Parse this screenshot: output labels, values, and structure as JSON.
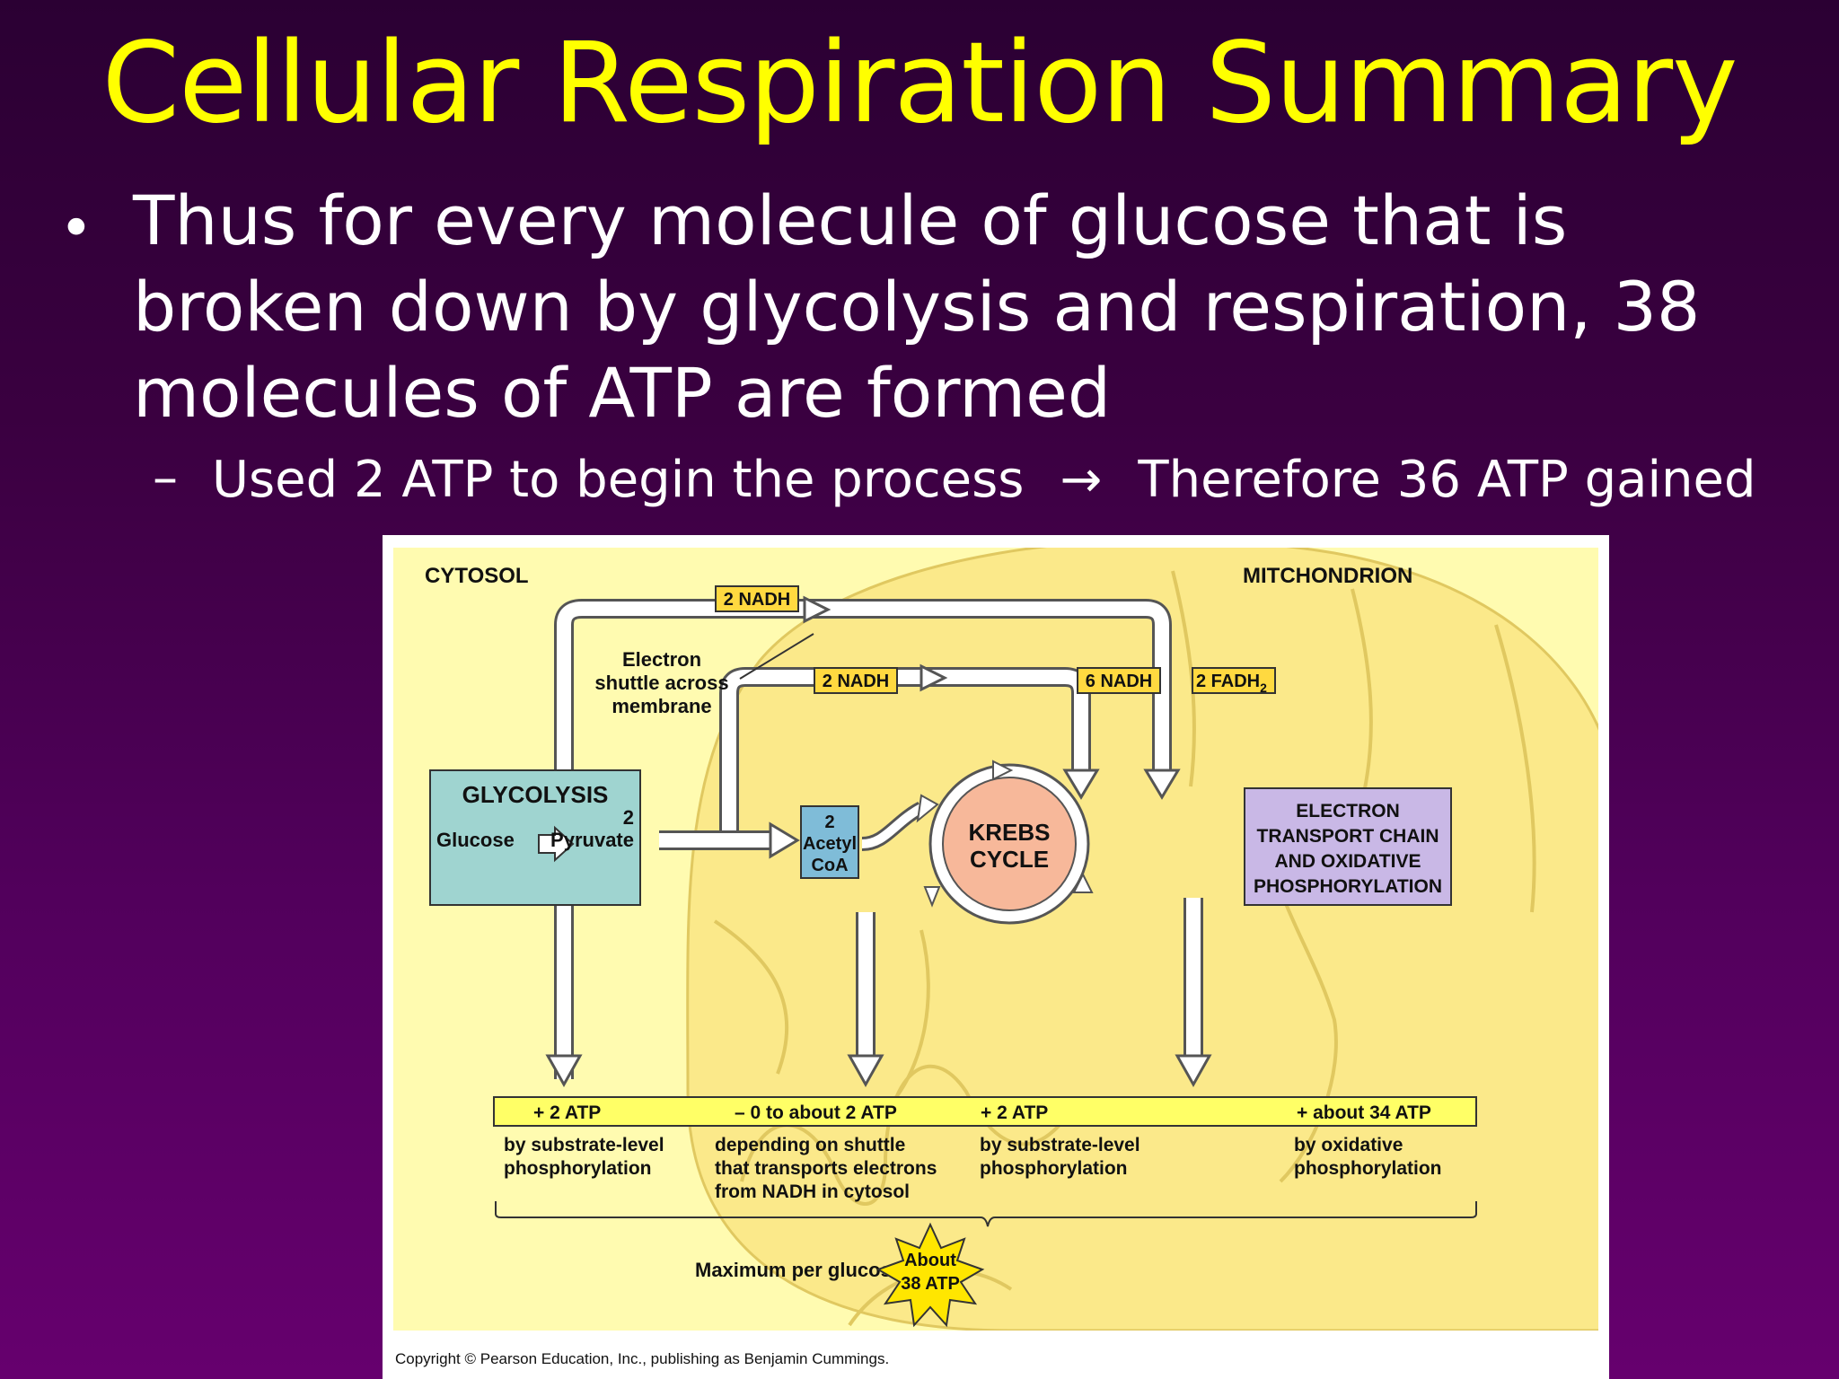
{
  "slide": {
    "title": "Cellular Respiration Summary",
    "bullet": "Thus for every molecule of glucose that is broken down by glycolysis and respiration, 38 molecules of ATP are formed",
    "sub_left": "Used 2 ATP to begin the process",
    "sub_arrow": "→",
    "sub_right": "Therefore 36 ATP gained"
  },
  "diagram": {
    "cytosol": "CYTOSOL",
    "mitochondrion": "MITCHONDRION",
    "nadh_shuttle": "2 NADH",
    "nadh_acetyl": "2 NADH",
    "nadh_krebs": "6 NADH",
    "fadh_krebs": "2 FADH",
    "fadh_sub": "2",
    "shuttle_1": "Electron",
    "shuttle_2": "shuttle across",
    "shuttle_3": "membrane",
    "glycolysis": "GLYCOLYSIS",
    "glucose": "Glucose",
    "pyruvate_num": "2",
    "pyruvate": "Pyruvate",
    "acetyl_1": "2",
    "acetyl_2": "Acetyl",
    "acetyl_3": "CoA",
    "krebs_1": "KREBS",
    "krebs_2": "CYCLE",
    "etc_1": "ELECTRON",
    "etc_2": "TRANSPORT CHAIN",
    "etc_3": "AND OXIDATIVE",
    "etc_4": "PHOSPHORYLATION",
    "atp_1": "+ 2 ATP",
    "atp_2": "– 0 to about 2 ATP",
    "atp_3": "+ 2 ATP",
    "atp_4": "+ about 34 ATP",
    "desc_1a": "by substrate-level",
    "desc_1b": "phosphorylation",
    "desc_2a": "depending on shuttle",
    "desc_2b": "that transports electrons",
    "desc_2c": "from NADH in cytosol",
    "desc_3a": "by substrate-level",
    "desc_3b": "phosphorylation",
    "desc_4a": "by oxidative",
    "desc_4b": "phosphorylation",
    "max_label": "Maximum per glucose:",
    "burst_1": "About",
    "burst_2": "38 ATP",
    "copyright": "Copyright © Pearson Education, Inc., publishing as Benjamin Cummings."
  },
  "colors": {
    "title": "#ffff00",
    "diagram_bg": "#fffbb0",
    "mito": "#fbe98a",
    "glycolysis_box": "#9fd4d0",
    "krebs": "#f7b89a",
    "etc_box": "#c9b8e6",
    "label_box": "#ffd940",
    "atp_bar": "#ffff66"
  }
}
